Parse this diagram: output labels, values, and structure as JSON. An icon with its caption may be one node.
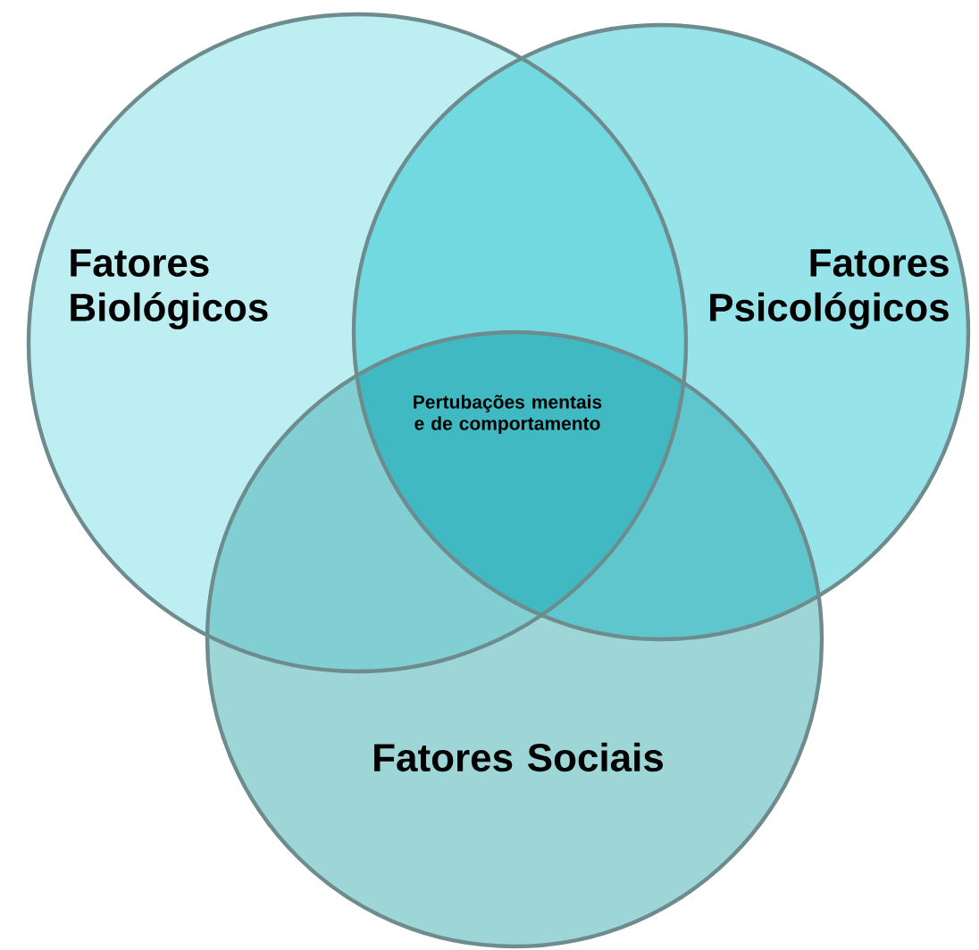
{
  "diagram": {
    "nodes": [
      {
        "text": [
          "Fatores Biológicos"
        ]
      },
      {
        "text": [
          "Fatores Psicológicos"
        ]
      },
      {
        "text": [
          "Fatores Sociais"
        ]
      }
    ],
    "labels": [
      "Pertubações mentais e de comportamento"
    ]
  }
}
